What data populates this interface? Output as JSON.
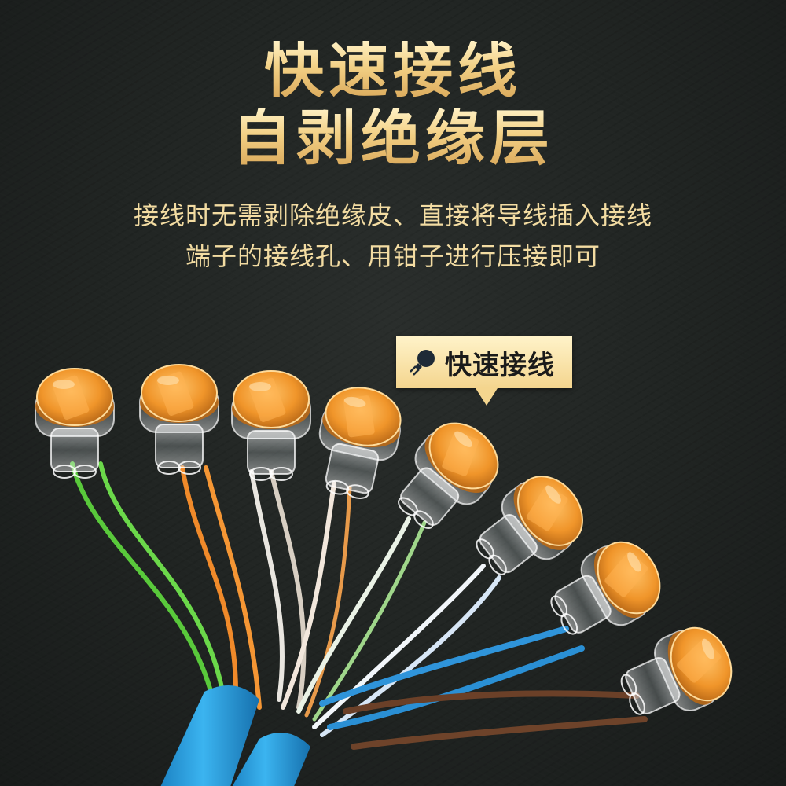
{
  "header": {
    "title_line1": "快速接线",
    "title_line2": "自剥绝缘层"
  },
  "description": {
    "line1": "接线时无需剥除绝缘皮、直接将导线插入接线",
    "line2": "端子的接线孔、用钳子进行压接即可"
  },
  "badge": {
    "icon": "connector-plug-icon",
    "label": "快速接线"
  },
  "product": {
    "connector_count": 8,
    "wire_colors": [
      "green",
      "orange",
      "white-brown",
      "white-orange",
      "white-green",
      "white-blue",
      "blue",
      "brown"
    ],
    "cable_color": "#2aa0e0",
    "cap_color": "#f19a2e"
  },
  "colors": {
    "background": "#1f2321",
    "title_gold": "#f2cf83",
    "desc_gold": "#f3dca2",
    "badge_bg": "#f4d58e"
  }
}
